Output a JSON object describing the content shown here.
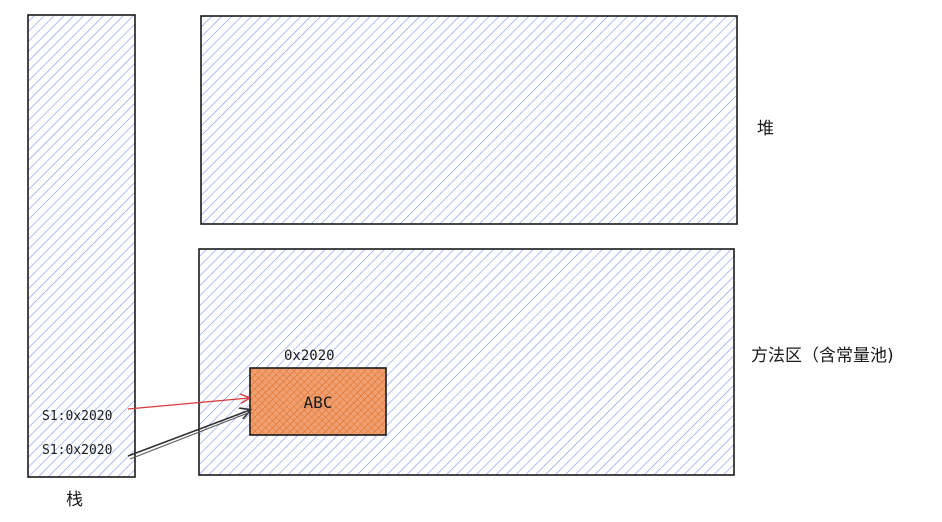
{
  "labels": {
    "stack": "栈",
    "heap": "堆",
    "method_area": "方法区（含常量池)",
    "string_value": "ABC",
    "string_address": "0x2020",
    "ref_one": "S1:0x2020",
    "ref_two": "S1:0x2020"
  },
  "colors": {
    "region_fill_hatch": "#8c9ae8",
    "string_box_fill": "#f0a070",
    "string_box_hatch": "#d9661a",
    "outline": "#1a1a1a",
    "arrow_red": "#d63a3a",
    "arrow_dark": "#333333"
  }
}
